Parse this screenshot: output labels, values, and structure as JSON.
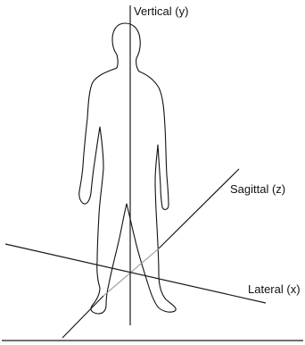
{
  "diagram": {
    "axes": {
      "vertical_label": "Vertical (y)",
      "sagittal_label": "Sagittal (z)",
      "lateral_label": "Lateral (x)"
    },
    "colors": {
      "line": "#1a1a1a",
      "figure_outline": "#111111",
      "axis_behind_figure": "#9a9a9a",
      "background": "#ffffff"
    }
  }
}
